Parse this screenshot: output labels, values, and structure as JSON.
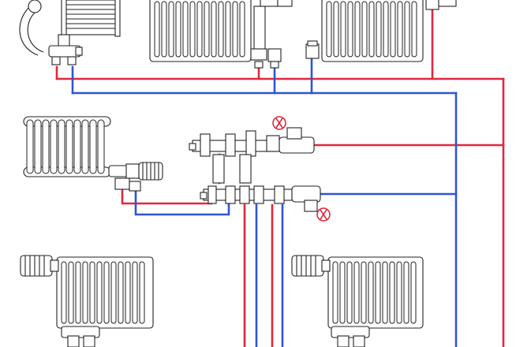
{
  "colors": {
    "supply_pipe": "#e0283c",
    "return_pipe": "#2f55d4",
    "outline": "#222222",
    "background": "#ffffff"
  },
  "components": {
    "radiators": [
      {
        "id": "towel-rail",
        "type": "towel-radiator"
      },
      {
        "id": "radiator-top-middle",
        "type": "panel-radiator"
      },
      {
        "id": "radiator-top-right",
        "type": "panel-radiator"
      },
      {
        "id": "radiator-column",
        "type": "column-radiator"
      },
      {
        "id": "radiator-bottom-left",
        "type": "panel-radiator"
      },
      {
        "id": "radiator-bottom-right",
        "type": "panel-radiator"
      }
    ],
    "manifold": {
      "supply_outlets": 3,
      "return_outlets": 4
    },
    "icons": [
      "thermostatic-valve-icon",
      "ball-valve-icon",
      "manifold-icon",
      "air-vent-icon"
    ]
  }
}
